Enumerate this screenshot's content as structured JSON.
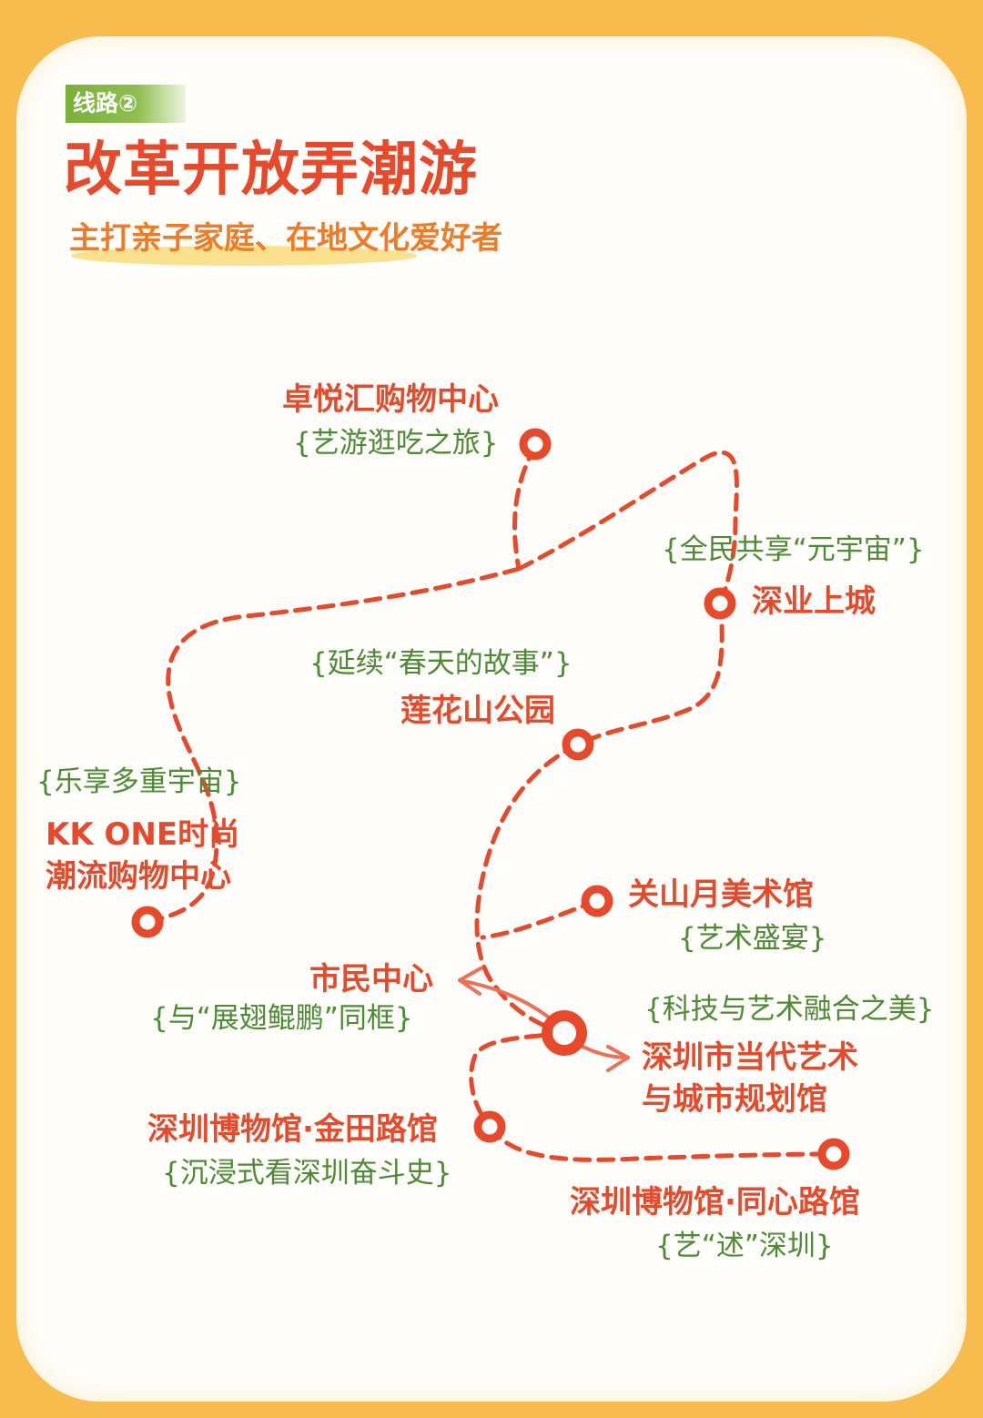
{
  "header": {
    "route_tag": "线路②",
    "title": "改革开放弄潮游",
    "subtitle": "主打亲子家庭、在地文化爱好者"
  },
  "colors": {
    "background": "#f7bb4e",
    "card": "#fffefa",
    "route_line": "#e8492a",
    "place_name": "#e8492a",
    "tagline": "#4d8a34",
    "route_tag_bg": "#7ab03a",
    "subtitle": "#f07a25"
  },
  "stops": [
    {
      "name": "卓悦汇购物中心",
      "tagline": "{艺游逛吃之旅}"
    },
    {
      "name": "深业上城",
      "tagline": "{全民共享“元宇宙”}"
    },
    {
      "name": "莲花山公园",
      "tagline": "{延续“春天的故事”}"
    },
    {
      "name": "KK ONE时尚\n潮流购物中心",
      "tagline": "{乐享多重宇宙}"
    },
    {
      "name": "关山月美术馆",
      "tagline": "{艺术盛宴}"
    },
    {
      "name": "市民中心",
      "tagline": "{与“展翅鲲鹏”同框}"
    },
    {
      "name": "深圳市当代艺术\n与城市规划馆",
      "tagline": "{科技与艺术融合之美}"
    },
    {
      "name": "深圳博物馆·金田路馆",
      "tagline": "{沉浸式看深圳奋斗史}"
    },
    {
      "name": "深圳博物馆·同心路馆",
      "tagline": "{艺“述”深圳}"
    }
  ]
}
